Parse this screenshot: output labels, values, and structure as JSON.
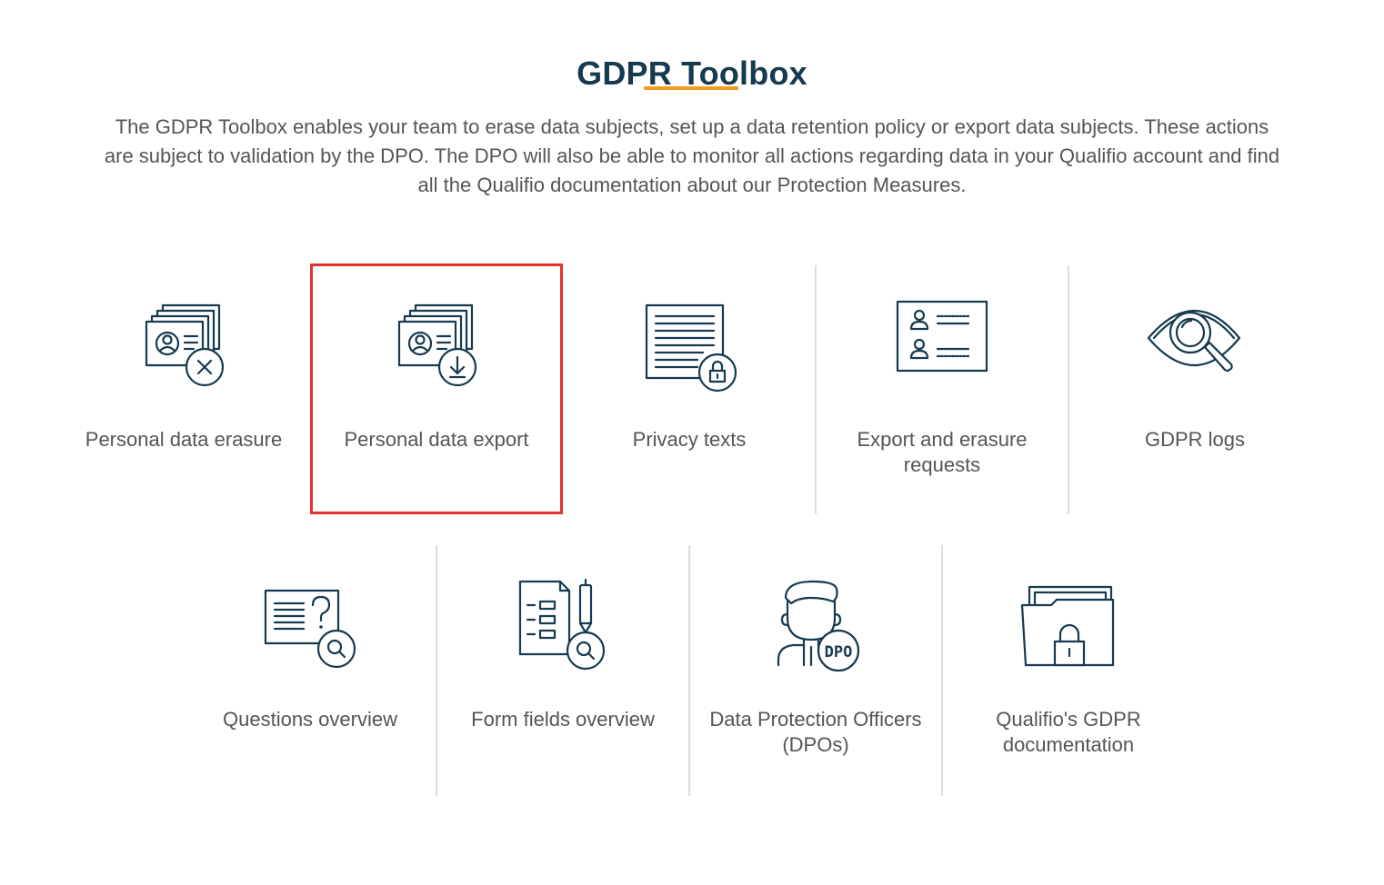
{
  "header": {
    "title": "GDPR Toolbox",
    "intro": "The GDPR Toolbox enables your team to erase data subjects, set up a data retention policy or export data subjects. These actions are subject to validation by the DPO. The DPO will also be able to monitor all actions regarding data in your Qualifio account and find all the Qualifio documentation about our Protection Measures."
  },
  "colors": {
    "title": "#163a4f",
    "accent": "#f39c24",
    "icon": "#163a4f",
    "selected_border": "#e3312d",
    "divider": "#dddddd"
  },
  "row1": [
    {
      "label": "Personal data erasure",
      "icon": "id-cards-erase-icon"
    },
    {
      "label": "Personal data export",
      "icon": "id-cards-download-icon",
      "selected": true
    },
    {
      "label": "Privacy texts",
      "icon": "document-lock-icon"
    },
    {
      "label": "Export and erasure requests",
      "icon": "user-list-icon"
    },
    {
      "label": "GDPR logs",
      "icon": "eye-magnifier-icon"
    }
  ],
  "row2": [
    {
      "label": "Questions overview",
      "icon": "question-card-search-icon"
    },
    {
      "label": "Form fields overview",
      "icon": "form-search-icon"
    },
    {
      "label": "Data Protection Officers (DPOs)",
      "icon": "dpo-person-icon"
    },
    {
      "label": "Qualifio's GDPR documentation",
      "icon": "folder-lock-icon"
    }
  ]
}
